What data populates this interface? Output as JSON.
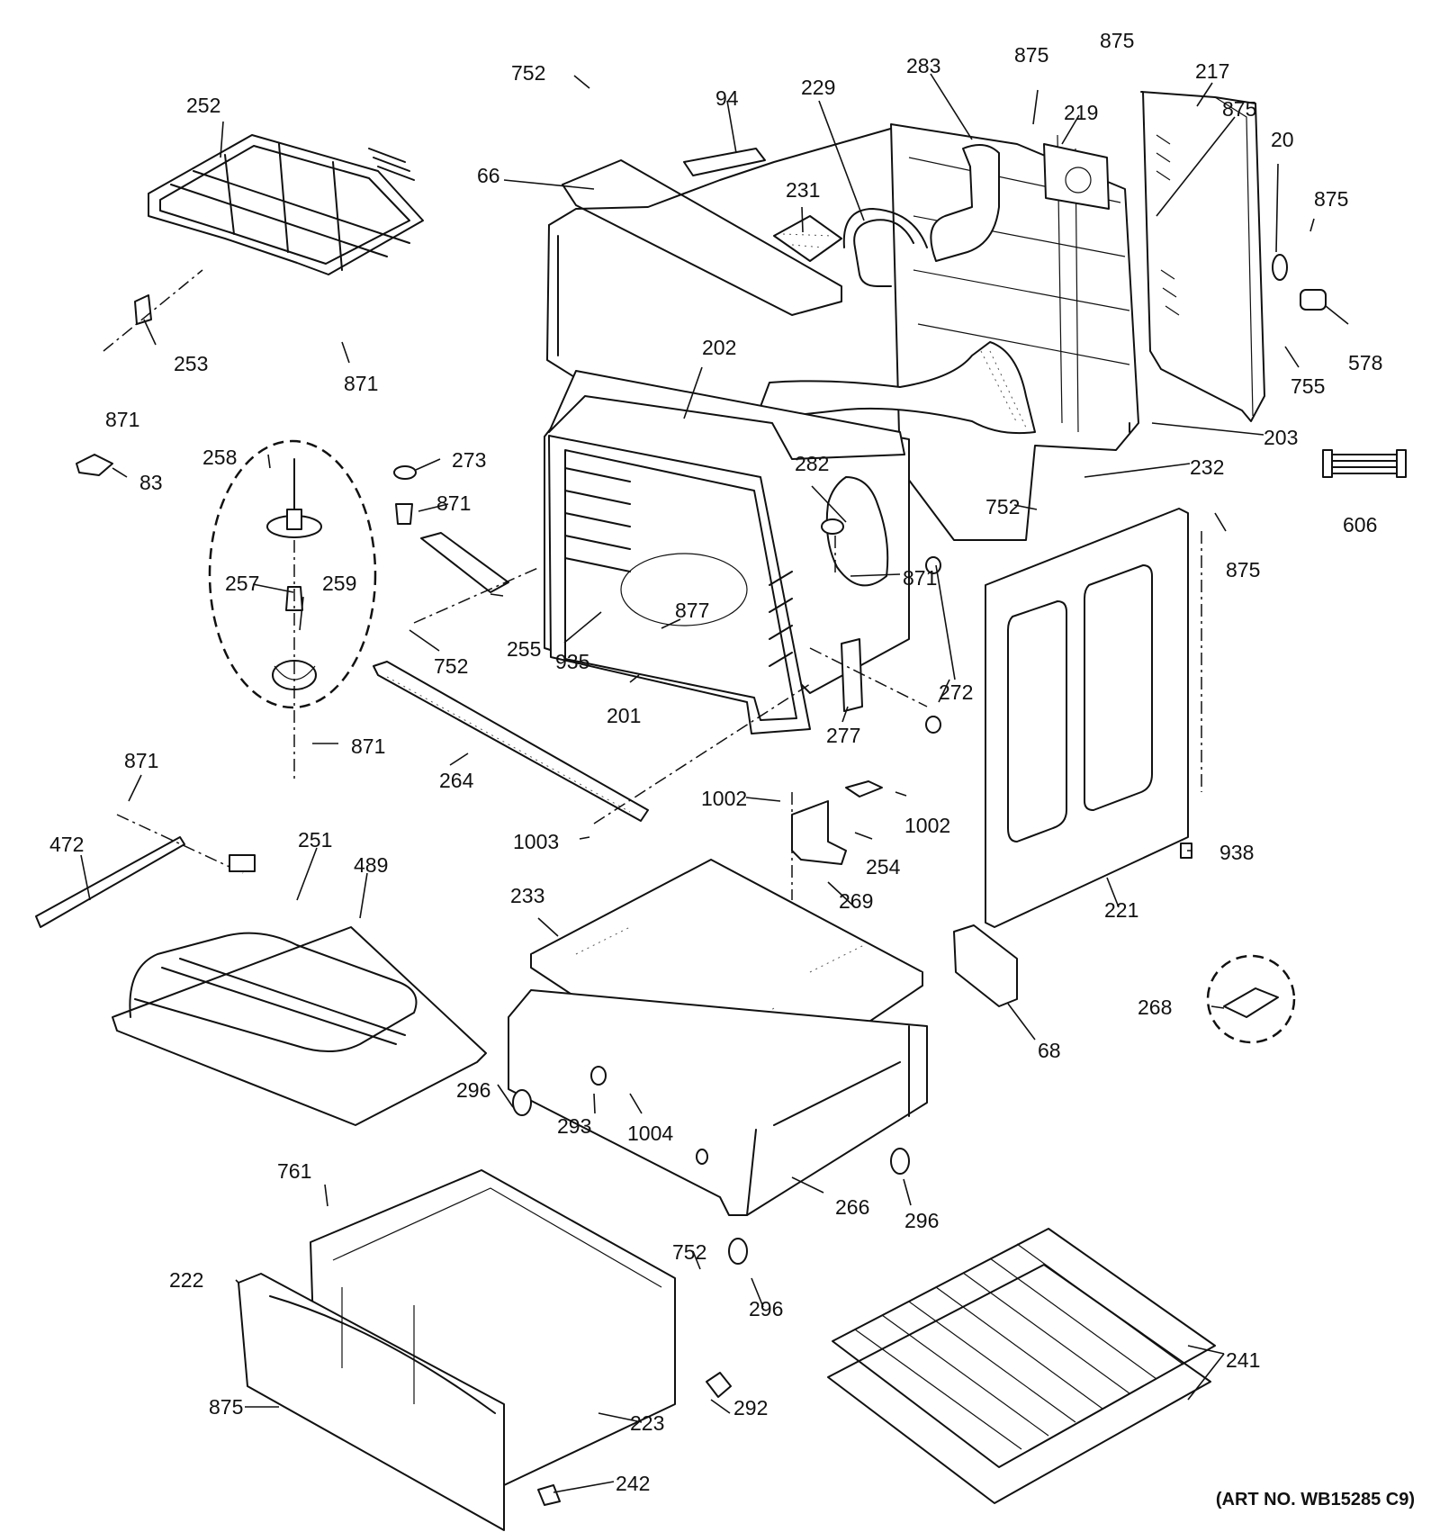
{
  "parts": [
    {
      "id": "p752a",
      "text": "752"
    },
    {
      "id": "p94",
      "text": "94"
    },
    {
      "id": "p229",
      "text": "229"
    },
    {
      "id": "p283",
      "text": "283"
    },
    {
      "id": "p875a",
      "text": "875"
    },
    {
      "id": "p875b",
      "text": "875"
    },
    {
      "id": "p217",
      "text": "217"
    },
    {
      "id": "p219",
      "text": "219"
    },
    {
      "id": "p875c",
      "text": "875"
    },
    {
      "id": "p20",
      "text": "20"
    },
    {
      "id": "p875d",
      "text": "875"
    },
    {
      "id": "p252",
      "text": "252"
    },
    {
      "id": "p66",
      "text": "66"
    },
    {
      "id": "p231",
      "text": "231"
    },
    {
      "id": "p578",
      "text": "578"
    },
    {
      "id": "p755",
      "text": "755"
    },
    {
      "id": "p253",
      "text": "253"
    },
    {
      "id": "p871a",
      "text": "871"
    },
    {
      "id": "p871b",
      "text": "871"
    },
    {
      "id": "p202",
      "text": "202"
    },
    {
      "id": "p203",
      "text": "203"
    },
    {
      "id": "p258",
      "text": "258"
    },
    {
      "id": "p273",
      "text": "273"
    },
    {
      "id": "p83",
      "text": "83"
    },
    {
      "id": "p282",
      "text": "282"
    },
    {
      "id": "p232",
      "text": "232"
    },
    {
      "id": "p606",
      "text": "606"
    },
    {
      "id": "p871c",
      "text": "871"
    },
    {
      "id": "p752b",
      "text": "752"
    },
    {
      "id": "p875e",
      "text": "875"
    },
    {
      "id": "p257",
      "text": "257"
    },
    {
      "id": "p259",
      "text": "259"
    },
    {
      "id": "p871d",
      "text": "871"
    },
    {
      "id": "p877",
      "text": "877"
    },
    {
      "id": "p752c",
      "text": "752"
    },
    {
      "id": "p255",
      "text": "255"
    },
    {
      "id": "p935",
      "text": "935"
    },
    {
      "id": "p272",
      "text": "272"
    },
    {
      "id": "p201",
      "text": "201"
    },
    {
      "id": "p277",
      "text": "277"
    },
    {
      "id": "p871e",
      "text": "871"
    },
    {
      "id": "p264",
      "text": "264"
    },
    {
      "id": "p871f",
      "text": "871"
    },
    {
      "id": "p1002a",
      "text": "1002"
    },
    {
      "id": "p1002b",
      "text": "1002"
    },
    {
      "id": "p1003",
      "text": "1003"
    },
    {
      "id": "p254",
      "text": "254"
    },
    {
      "id": "p938",
      "text": "938"
    },
    {
      "id": "p472",
      "text": "472"
    },
    {
      "id": "p251",
      "text": "251"
    },
    {
      "id": "p489",
      "text": "489"
    },
    {
      "id": "p269",
      "text": "269"
    },
    {
      "id": "p221",
      "text": "221"
    },
    {
      "id": "p233",
      "text": "233"
    },
    {
      "id": "p268",
      "text": "268"
    },
    {
      "id": "p68",
      "text": "68"
    },
    {
      "id": "p296a",
      "text": "296"
    },
    {
      "id": "p293",
      "text": "293"
    },
    {
      "id": "p1004",
      "text": "1004"
    },
    {
      "id": "p266",
      "text": "266"
    },
    {
      "id": "p296b",
      "text": "296"
    },
    {
      "id": "p761",
      "text": "761"
    },
    {
      "id": "p752d",
      "text": "752"
    },
    {
      "id": "p296c",
      "text": "296"
    },
    {
      "id": "p222",
      "text": "222"
    },
    {
      "id": "p241",
      "text": "241"
    },
    {
      "id": "p292",
      "text": "292"
    },
    {
      "id": "p875f",
      "text": "875"
    },
    {
      "id": "p223",
      "text": "223"
    },
    {
      "id": "p242",
      "text": "242"
    }
  ],
  "art_number": "(ART NO. WB15285 C9)"
}
